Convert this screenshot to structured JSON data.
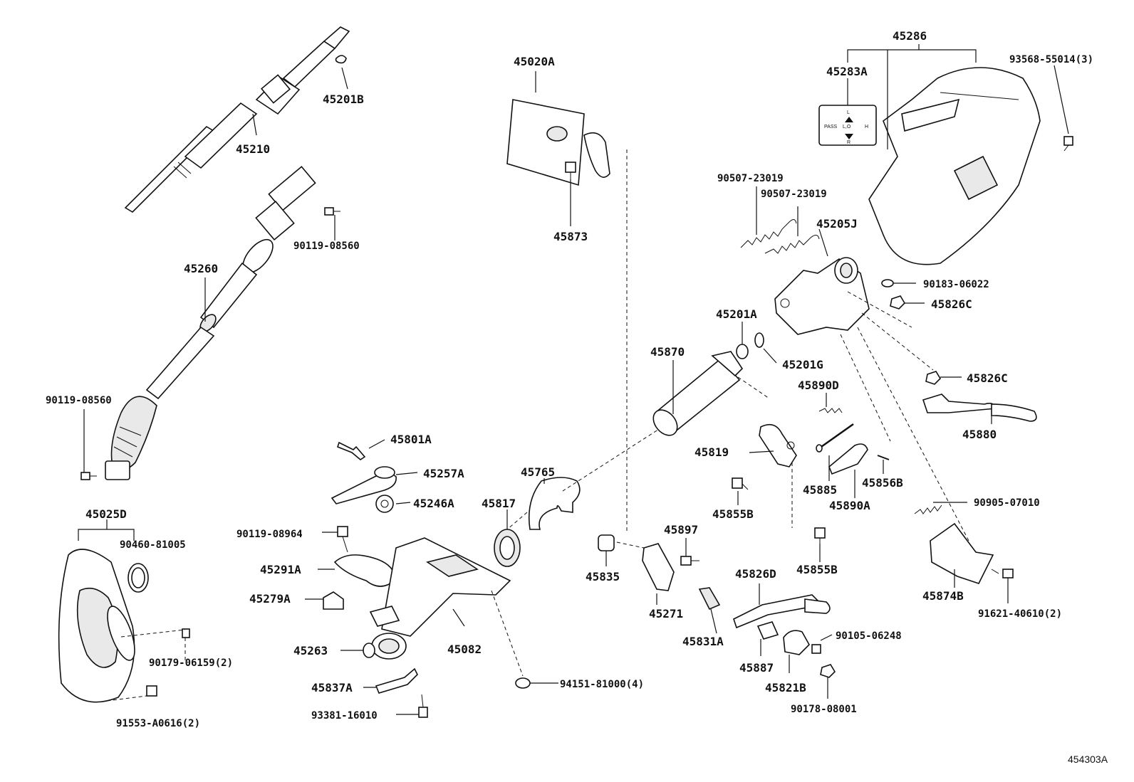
{
  "diagram_id": "454303A",
  "parts": {
    "p45201B": "45201B",
    "p45210": "45210",
    "p45260": "45260",
    "p90119_08560_top": "90119-08560",
    "p90119_08560_left": "90119-08560",
    "p45025D": "45025D",
    "p90460_81005": "90460-81005",
    "p90179_06159": "90179-06159(2)",
    "p91553_A0616": "91553-A0616(2)",
    "p45801A": "45801A",
    "p45257A": "45257A",
    "p45246A": "45246A",
    "p90119_08964": "90119-08964",
    "p45291A": "45291A",
    "p45279A": "45279A",
    "p45263": "45263",
    "p45837A": "45837A",
    "p93381_16010": "93381-16010",
    "p45082": "45082",
    "p45020A": "45020A",
    "p45873": "45873",
    "p45765": "45765",
    "p45817": "45817",
    "p94151_81000": "94151-81000(4)",
    "p45835": "45835",
    "p45870": "45870",
    "p45201A": "45201A",
    "p45201G": "45201G",
    "p45897": "45897",
    "p45271": "45271",
    "p45831A": "45831A",
    "p45819": "45819",
    "p45855B_l": "45855B",
    "p45855B_r": "45855B",
    "p45826D": "45826D",
    "p45887": "45887",
    "p45821B": "45821B",
    "p90105_06248": "90105-06248",
    "p90178_08001": "90178-08001",
    "p45890D": "45890D",
    "p45885": "45885",
    "p45856B": "45856B",
    "p45890A": "45890A",
    "p90507_23019_a": "90507-23019",
    "p90507_23019_b": "90507-23019",
    "p45205J": "45205J",
    "p45286": "45286",
    "p45283A": "45283A",
    "p93568_55014": "93568-55014(3)",
    "p90183_06022": "90183-06022",
    "p45826C_top": "45826C",
    "p45826C_mid": "45826C",
    "p45880": "45880",
    "p90905_07010": "90905-07010",
    "p45874B": "45874B",
    "p91621_40610": "91621-40610(2)"
  },
  "switch_label": {
    "pass": "PASS",
    "center": "L,O",
    "h": "H",
    "l": "L",
    "r": "R"
  }
}
